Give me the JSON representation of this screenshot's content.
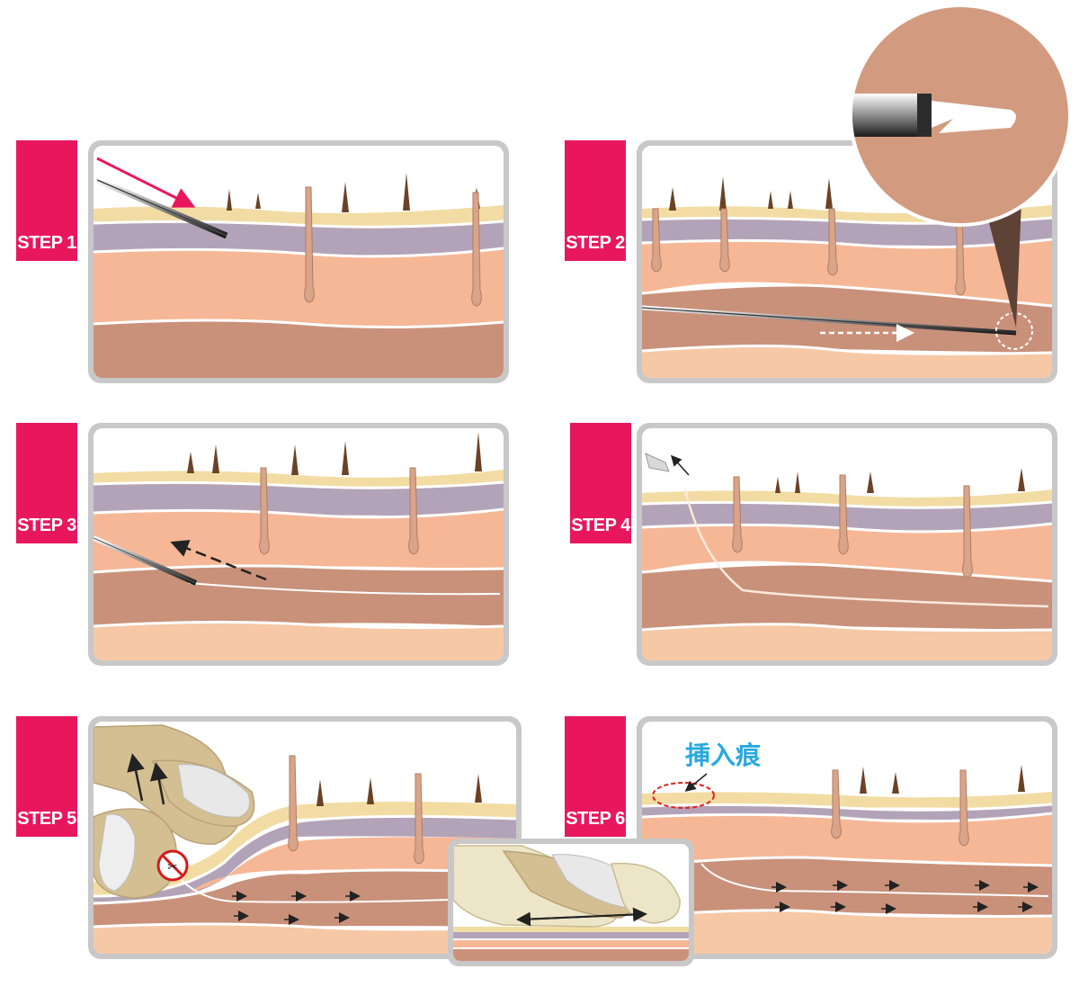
{
  "steps": [
    {
      "label": "STEP 1"
    },
    {
      "label": "STEP 2"
    },
    {
      "label": "STEP 3"
    },
    {
      "label": "STEP 4"
    },
    {
      "label": "STEP 5"
    },
    {
      "label": "STEP 6"
    }
  ],
  "annotation": {
    "insertion_mark": "挿入痕"
  },
  "colors": {
    "tab": "#e8175d",
    "frame": "#c8c8c8",
    "epidermis": "#f2dca3",
    "dermis_purple": "#b3a3b8",
    "dermis_orange": "#f6b796",
    "muscle": "#c9917a",
    "arrow_pink": "#e8175d",
    "label_blue": "#29a8e0"
  }
}
